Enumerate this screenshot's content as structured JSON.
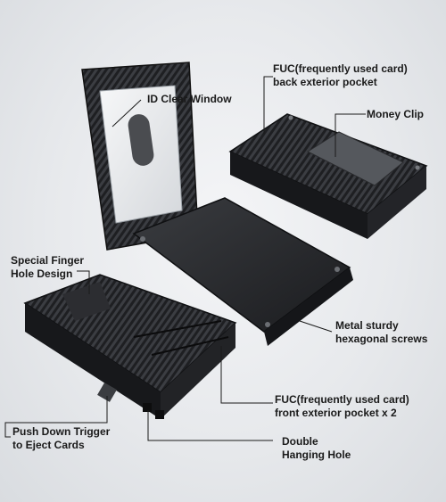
{
  "callouts": {
    "id_window": {
      "lines": [
        "ID Clear Window"
      ]
    },
    "fuc_back": {
      "lines": [
        "FUC(frequently used card)",
        "back exterior pocket"
      ]
    },
    "money_clip": {
      "lines": [
        "Money Clip"
      ]
    },
    "finger_hole": {
      "lines": [
        "Special Finger",
        "Hole Design"
      ]
    },
    "metal_screws": {
      "lines": [
        "Metal sturdy",
        "hexagonal screws"
      ]
    },
    "fuc_front": {
      "lines": [
        "FUC(frequently used card)",
        "front exterior pocket x 2"
      ]
    },
    "push_trigger": {
      "lines": [
        "Push Down Trigger",
        "to Eject Cards"
      ]
    },
    "hanging_hole": {
      "lines": [
        "Double",
        "Hanging Hole"
      ]
    }
  },
  "colors": {
    "carbon_dark": "#1c1d20",
    "carbon_light": "#3a3c41",
    "metal_plate": "#2b2d31",
    "leader_line": "#1a1a1a"
  }
}
